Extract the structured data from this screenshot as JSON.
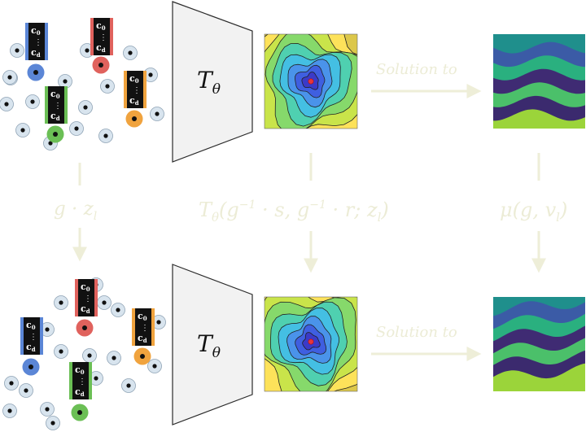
{
  "top_row": {
    "encoder_label": "T",
    "encoder_sub": "θ",
    "arrow_label": "Solution to"
  },
  "bottom_row": {
    "encoder_label": "T",
    "encoder_sub": "θ",
    "arrow_label": "Solution to"
  },
  "vertical_labels": {
    "left": "g · z",
    "left_sub": "l",
    "middle": "T",
    "middle_sub": "θ",
    "middle_args_1": "(g",
    "middle_sup_1": "−1",
    "middle_args_2": " · s, g",
    "middle_sup_2": "−1",
    "middle_args_3": " · r; z",
    "middle_args_sub": "l",
    "middle_args_4": ")",
    "right": "μ(g, v",
    "right_sub": "l",
    "right_end": ")"
  },
  "latent_token": {
    "top": "c",
    "top_sub": "0",
    "dots": "⋮",
    "bottom": "c",
    "bottom_sub": "d"
  },
  "colors": {
    "blue": "#5b86d6",
    "red": "#e0625d",
    "green": "#6bbf55",
    "orange": "#f0a33e",
    "node_fill": "#d8e4ee",
    "arrow": "#efefe3",
    "trapezoid_fill": "#f2f2f2"
  }
}
